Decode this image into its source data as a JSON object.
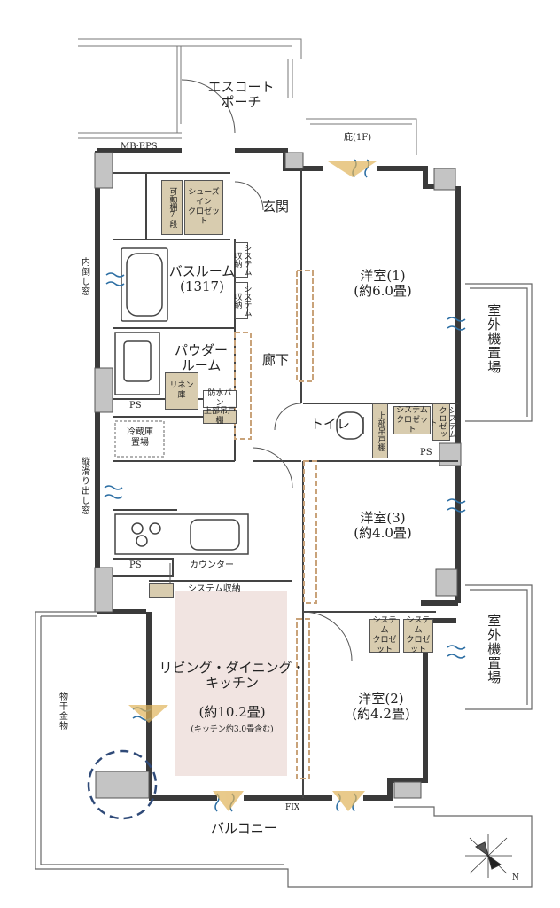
{
  "labels": {
    "escort_porch": "エスコート\nポーチ",
    "mb_eps": "MB·EPS",
    "eave": "庇(1F)",
    "movable_shelf": "可動棚7段",
    "shoes_in_closet": "シューズ\nイン\nクロゼット",
    "entrance": "玄関",
    "inner_window": "内倒し窓",
    "bathroom": "バスルーム\n(1317)",
    "system_storage_1": "システム収納",
    "system_storage_2": "システム収納",
    "western_room_1": "洋室(1)\n(約6.0畳)",
    "outdoor_unit_1": "室外機置場",
    "powder_room": "パウダー\nルーム",
    "hallway": "廊下",
    "linen_storage": "リネン\n庫",
    "waterproof_pan": "防水パン",
    "upper_cabinet": "上部吊戸棚",
    "ps_1": "PS",
    "toilet": "トイレ",
    "upper_hanging_shelf": "上部吊戸棚",
    "system_closet_1": "システム\nクロゼット",
    "system_closet_2": "システム\nクロゼット",
    "ps_2": "PS",
    "fridge_space": "冷蔵庫\n置場",
    "slide_window": "縦滑り出し窓",
    "western_room_3": "洋室(3)\n(約4.0畳)",
    "counter": "カウンター",
    "ps_3": "PS",
    "system_storage_3": "システム収納",
    "system_closet_3": "システム\nクロゼット",
    "system_closet_4": "システム\nクロゼット",
    "outdoor_unit_2": "室外機置場",
    "ldk_name": "リビング・ダイニング・\nキッチン",
    "ldk_size": "(約10.2畳)",
    "ldk_note": "(キッチン約3.0畳含む)",
    "drying_hardware": "物干金物",
    "western_room_2": "洋室(2)\n(約4.2畳)",
    "fix": "FIX",
    "balcony": "バルコニー",
    "north_mark": "N"
  },
  "colors": {
    "wall": "#3a3a3a",
    "cabinet": "#d8ccaf",
    "ldk_highlight": "#f1e4e1",
    "dashed_storage": "#c9a37a",
    "air_flow": "#2d6fa4",
    "sun_mark": "#e0b35a",
    "mark_circle": "#2f4a78"
  }
}
